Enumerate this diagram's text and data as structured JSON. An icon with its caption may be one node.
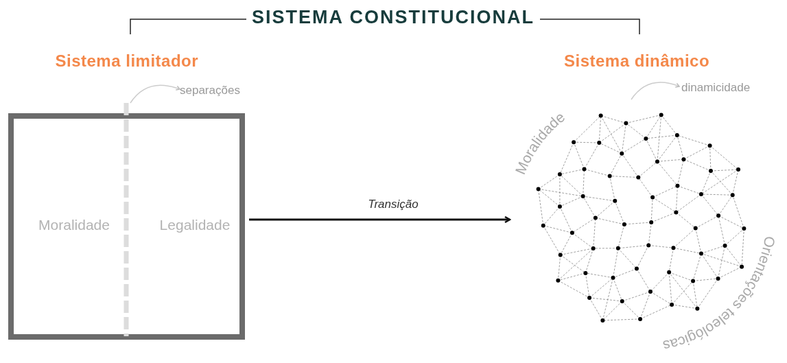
{
  "diagram": {
    "title": "SISTEMA CONSTITUCIONAL",
    "nodes": [
      {
        "text": [
          "Sistema limitador"
        ]
      },
      {
        "text": [
          "Moralidade"
        ],
        "in": 0
      },
      {
        "text": [
          "Legalidade"
        ],
        "in": 0
      },
      {
        "text": [
          "Sistema dinâmico",
          "Moralidade",
          "Orientações teleológicas"
        ]
      }
    ],
    "edges": [
      {
        "from": 0,
        "to": 3,
        "arrow": "to",
        "label": "Transição"
      }
    ],
    "labels": [
      "separações",
      "dinamicidade"
    ]
  }
}
